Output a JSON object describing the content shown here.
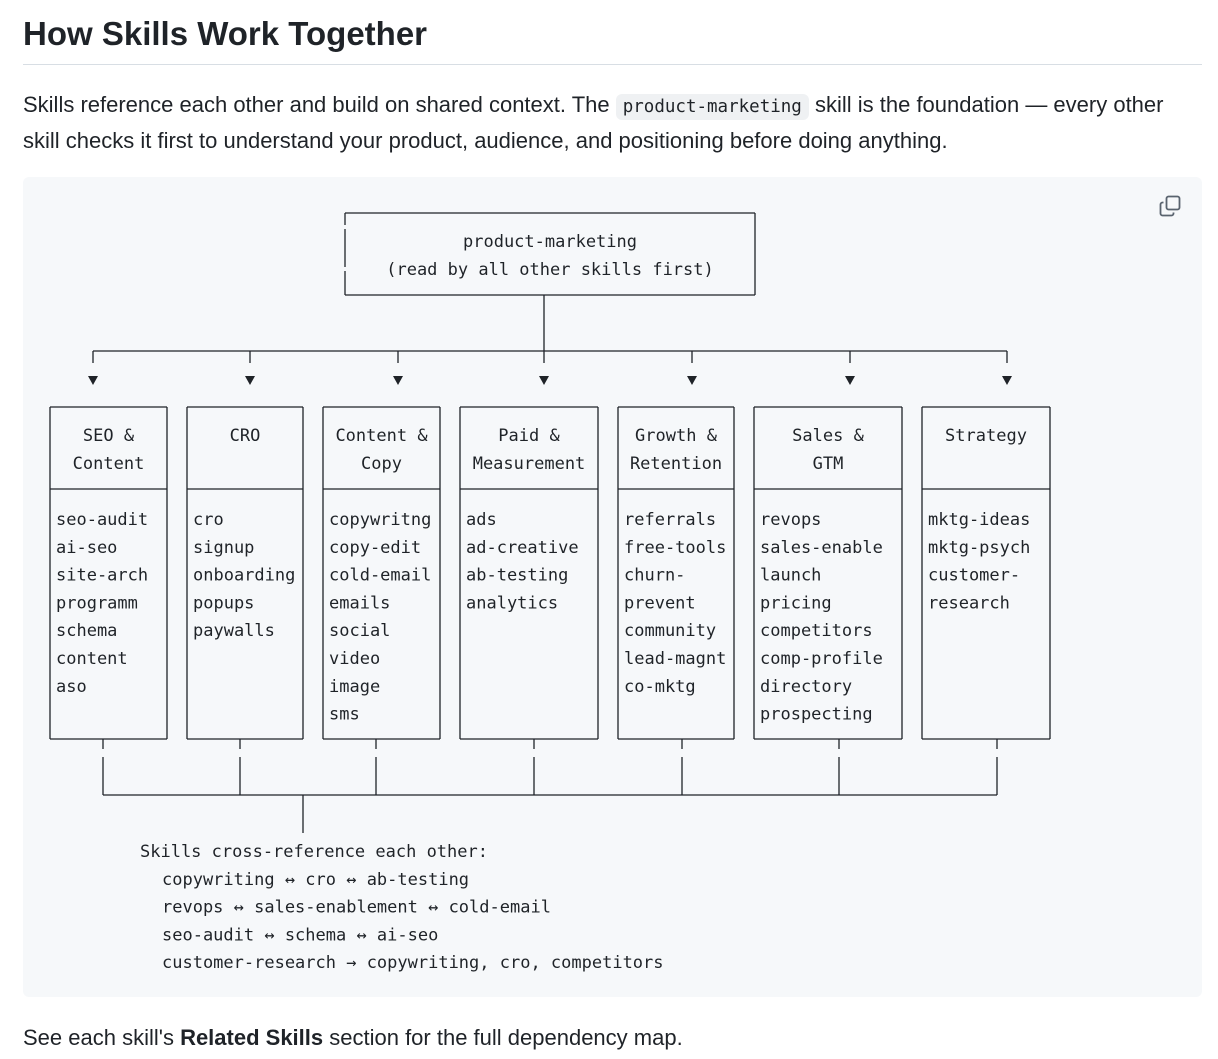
{
  "heading": "How Skills Work Together",
  "intro": {
    "before": "Skills reference each other and build on shared context. The ",
    "code": "product-marketing",
    "after": " skill is the foundation — every other skill checks it first to understand your product, audience, and positioning before doing anything."
  },
  "copy_icon": "copy-icon",
  "diagram": {
    "root": [
      "product-marketing",
      "(read by all other skills first)"
    ],
    "categories": [
      {
        "title": [
          "SEO &",
          "Content"
        ],
        "items": [
          "seo-audit",
          "ai-seo",
          "site-arch",
          "programm",
          "schema",
          "content",
          "aso"
        ]
      },
      {
        "title": [
          "CRO"
        ],
        "items": [
          "cro",
          "signup",
          "onboarding",
          "popups",
          "paywalls"
        ]
      },
      {
        "title": [
          "Content &",
          "Copy"
        ],
        "items": [
          "copywritng",
          "copy-edit",
          "cold-email",
          "emails",
          "social",
          "video",
          "image",
          "sms"
        ]
      },
      {
        "title": [
          "Paid &",
          "Measurement"
        ],
        "items": [
          "ads",
          "ad-creative",
          "ab-testing",
          "analytics"
        ]
      },
      {
        "title": [
          "Growth &",
          "Retention"
        ],
        "items": [
          "referrals",
          "free-tools",
          "churn-",
          " prevent",
          "community",
          "lead-magnt",
          "co-mktg"
        ]
      },
      {
        "title": [
          "Sales &",
          "GTM"
        ],
        "items": [
          "revops",
          "sales-enable",
          "launch",
          "pricing",
          "competitors",
          "comp-profile",
          "directory",
          "prospecting"
        ]
      },
      {
        "title": [
          "Strategy"
        ],
        "items": [
          "mktg-ideas",
          "mktg-psych",
          "customer-",
          " research"
        ]
      }
    ],
    "cross_ref_title": "Skills cross-reference each other:",
    "cross_refs": [
      "copywriting ↔ cro ↔ ab-testing",
      "revops ↔ sales-enablement ↔ cold-email",
      "seo-audit ↔ schema ↔ ai-seo",
      "customer-research → copywriting, cro, competitors"
    ]
  },
  "outro": {
    "before": "See each skill's ",
    "bold": "Related Skills",
    "after": " section for the full dependency map."
  }
}
